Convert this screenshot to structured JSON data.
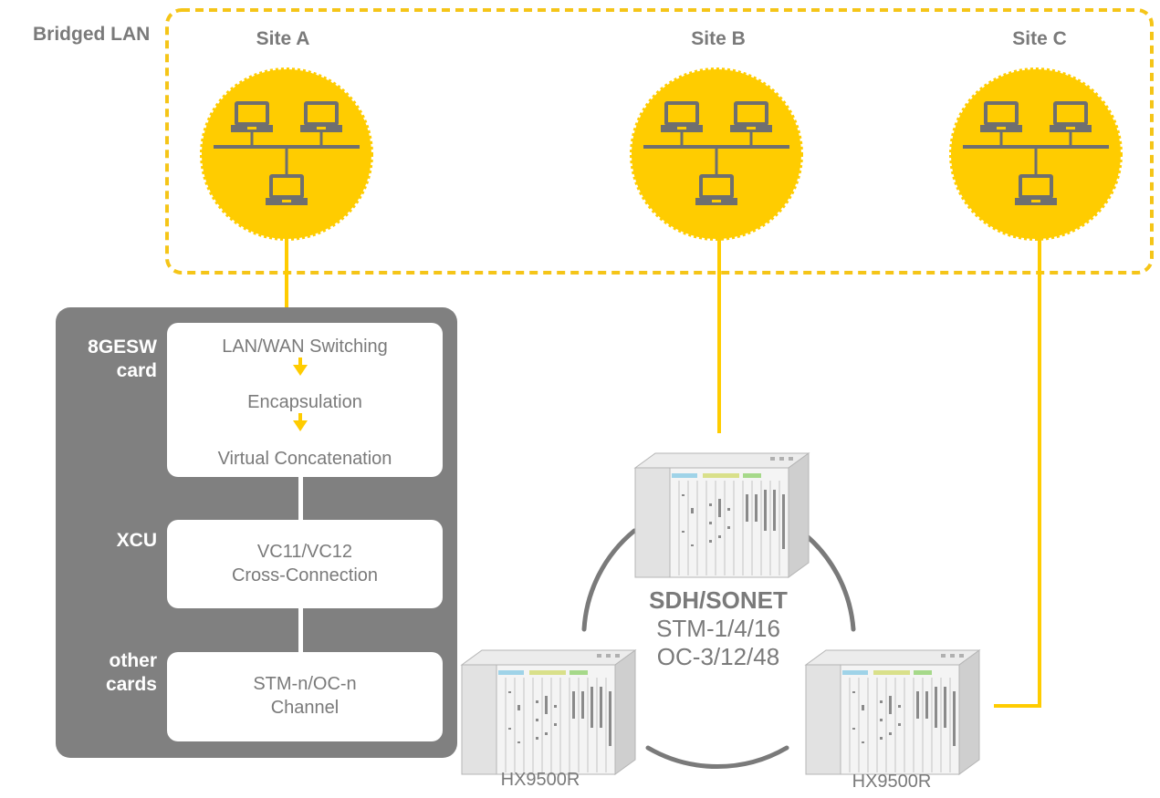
{
  "bridged_lan_label": "Bridged LAN",
  "sites": [
    {
      "label": "Site A"
    },
    {
      "label": "Site B"
    },
    {
      "label": "Site C"
    }
  ],
  "panel": {
    "groups": [
      {
        "label_lines": [
          "8GESW",
          "card"
        ],
        "steps": [
          "LAN/WAN Switching",
          "Encapsulation",
          "Virtual Concatenation"
        ]
      },
      {
        "label_lines": [
          "XCU"
        ],
        "steps": [
          "VC11/VC12",
          "Cross-Connection"
        ]
      },
      {
        "label_lines": [
          "other",
          "cards"
        ],
        "steps": [
          "STM-n/OC-n",
          "Channel"
        ]
      }
    ]
  },
  "ring": {
    "title": "SDH/SONET",
    "line1": "STM-1/4/16",
    "line2": "OC-3/12/48"
  },
  "devices": [
    {
      "label": "HX9500R"
    },
    {
      "label": "HX9500R"
    }
  ],
  "colors": {
    "yellow": "#FFCC00",
    "yellow_dashed": "#F5C518",
    "panel_grey": "#808080",
    "text_grey": "#7a7a7a",
    "icon_grey": "#6f6f6f"
  }
}
